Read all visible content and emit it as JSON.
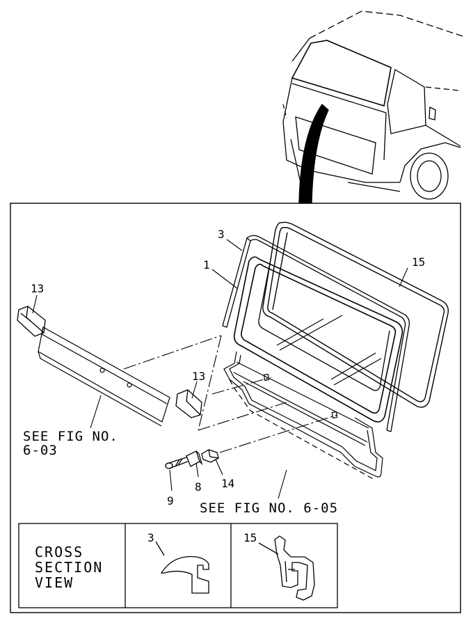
{
  "callouts": {
    "c1": "1",
    "c3": "3",
    "c8": "8",
    "c9": "9",
    "c13_left": "13",
    "c13_center": "13",
    "c14": "14",
    "c15": "15"
  },
  "references": {
    "left_line1": "SEE FIG NO.",
    "left_line2": "6-03",
    "bottom": "SEE FIG NO. 6-05"
  },
  "cross_section": {
    "title_line1": "CROSS",
    "title_line2": "SECTION",
    "title_line3": "VIEW",
    "part_a": "3",
    "part_b": "15"
  }
}
